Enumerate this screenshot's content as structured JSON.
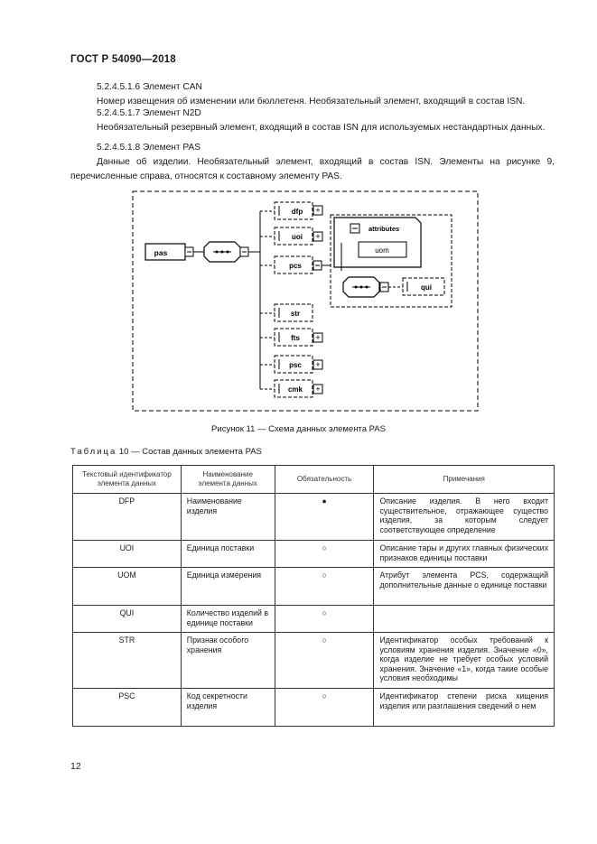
{
  "header": {
    "title": "ГОСТ Р 54090—2018"
  },
  "body": {
    "s1_head": "5.2.4.5.1.6  Элемент CAN",
    "s1_text": "Номер извещения об изменении или бюллетеня. Необязательный элемент, входящий в состав ISN.",
    "s2_head": "5.2.4.5.1.7  Элемент N2D",
    "s2_text": "Необязательный резервный элемент, входящий в состав ISN для используемых нестандартных данных.",
    "s3_head": "5.2.4.5.1.8  Элемент PAS",
    "s3_text": "Данные об изделии. Необязательный элемент, входящий в состав ISN. Элементы на рисунке 9, перечисленные справа, относятся к составному элементу PAS."
  },
  "figure": {
    "root": "pas",
    "children": [
      "dfp",
      "uoi",
      "pcs",
      "str",
      "fts",
      "psc",
      "cmk"
    ],
    "attr_group": "attributes",
    "attr_item": "uom",
    "seq_child": "qui",
    "minus": "−",
    "plus": "+",
    "caption": "Рисунок 11 — Схема данных элемента PAS"
  },
  "table": {
    "caption_prefix": "Таблица",
    "caption_rest": " 10 — Состав данных элемента PAS",
    "headers": [
      "Текстовый идентификатор элемента данных",
      "Наименование элемента данных",
      "Обязательность",
      "Примечания"
    ],
    "rows": [
      {
        "id": "DFP",
        "name": "Наименование изделия",
        "req": "●",
        "note": "Описание изделия. В него входит существительное, отражающее существо изделия, за которым следует соответствующее определение"
      },
      {
        "id": "UOI",
        "name": "Единица поставки",
        "req": "○",
        "note": "Описание тары и других главных физических признаков единицы поставки"
      },
      {
        "id": "UOM",
        "name": "Единица измерения",
        "req": "○",
        "note": "Атрибут элемента PCS, содержащий дополнительные данные о единице поставки"
      },
      {
        "id": "QUI",
        "name": "Количество изделий в единице поставки",
        "req": "○",
        "note": ""
      },
      {
        "id": "STR",
        "name": "Признак особого хранения",
        "req": "○",
        "note": "Идентификатор особых требований к условиям хранения изделия. Значение «0», когда изделие не требует особых условий хранения. Значение «1», когда такие особые условия необходимы"
      },
      {
        "id": "PSC",
        "name": "Код секретности изделия",
        "req": "○",
        "note": "Идентификатор степени риска хищения изделия или разглашения сведений о нем"
      }
    ]
  },
  "footer": {
    "page": "12"
  }
}
